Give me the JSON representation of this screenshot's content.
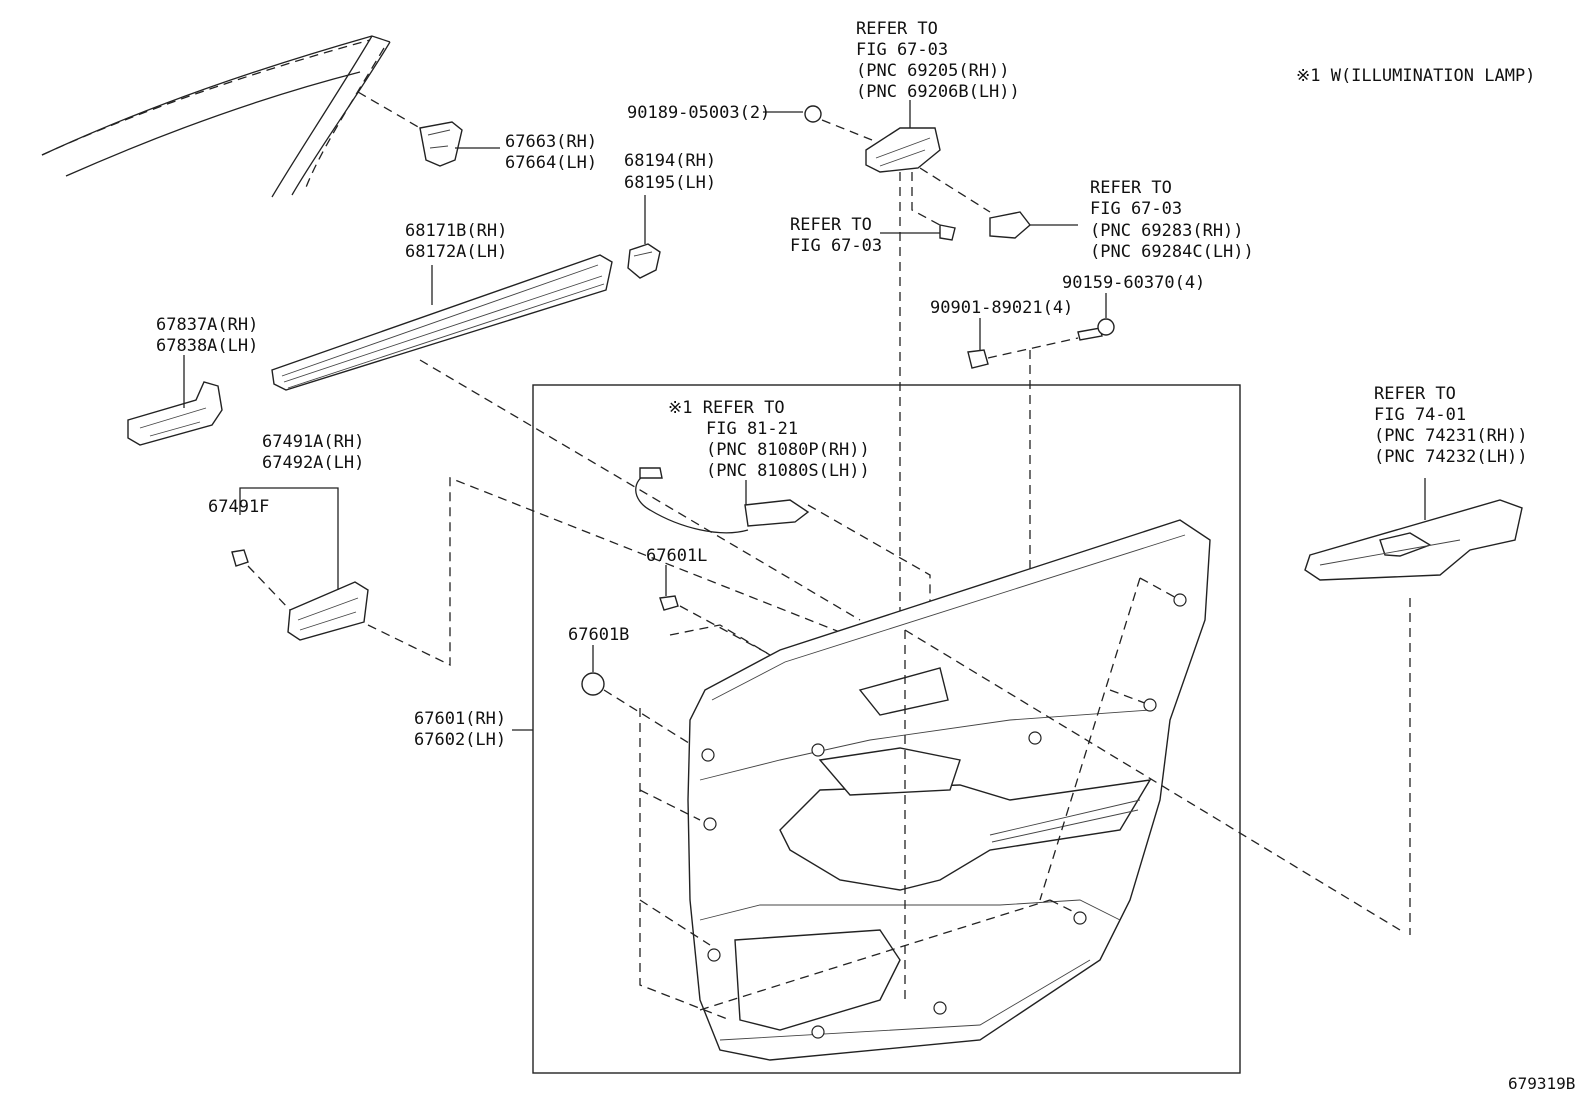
{
  "note": "※1 W(ILLUMINATION LAMP)",
  "diagram_id": "679319B",
  "callouts": {
    "belt_clip": [
      "67663(RH)",
      "67664(LH)"
    ],
    "outer_weatherstrip": [
      "68171B(RH)",
      "68172A(LH)"
    ],
    "clip_68194": [
      "68194(RH)",
      "68195(LH)"
    ],
    "bracket_67837": [
      "67837A(RH)",
      "67838A(LH)"
    ],
    "armrest_base": [
      "67491A(RH)",
      "67492A(LH)"
    ],
    "clip_67491f": "67491F",
    "clip_67601l": "67601L",
    "clip_67601b": "67601B",
    "door_trim": [
      "67601(RH)",
      "67602(LH)"
    ],
    "nut_90189": "90189-05003(2)",
    "nut_90901": "90901-89021(4)",
    "screw_90159": "90159-60370(4)",
    "handle_ref": [
      "REFER TO",
      "FIG 67-03",
      "(PNC 69205(RH))",
      "(PNC 69206B(LH))"
    ],
    "cover_ref": [
      "REFER TO",
      "FIG 67-03",
      "(PNC 69283(RH))",
      "(PNC 69284C(LH))"
    ],
    "screw_ref": [
      "REFER TO",
      "FIG 67-03"
    ],
    "lamp_ref": [
      "※1 REFER TO",
      "FIG 81-21",
      "(PNC 81080P(RH))",
      "(PNC 81080S(LH))"
    ],
    "switch_ref": [
      "REFER TO",
      "FIG 74-01",
      "(PNC 74231(RH))",
      "(PNC 74232(LH))"
    ]
  }
}
